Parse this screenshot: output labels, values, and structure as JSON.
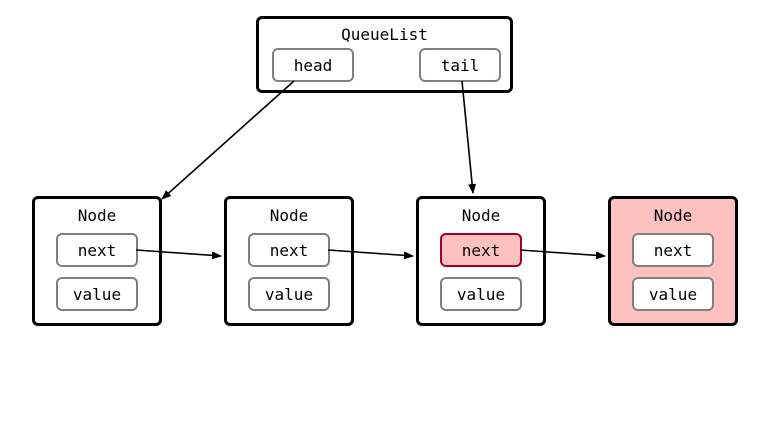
{
  "queue": {
    "title": "QueueList",
    "fields": [
      "head",
      "tail"
    ]
  },
  "nodes": [
    {
      "title": "Node",
      "fields": [
        "next",
        "value"
      ],
      "highlight": false,
      "next_highlight": false
    },
    {
      "title": "Node",
      "fields": [
        "next",
        "value"
      ],
      "highlight": false,
      "next_highlight": false
    },
    {
      "title": "Node",
      "fields": [
        "next",
        "value"
      ],
      "highlight": false,
      "next_highlight": true
    },
    {
      "title": "Node",
      "fields": [
        "next",
        "value"
      ],
      "highlight": true,
      "next_highlight": false
    }
  ],
  "colors": {
    "highlight_fill": "#ffc0c0",
    "highlight_border": "#a00028",
    "field_border": "#808080",
    "box_border": "#000000"
  }
}
